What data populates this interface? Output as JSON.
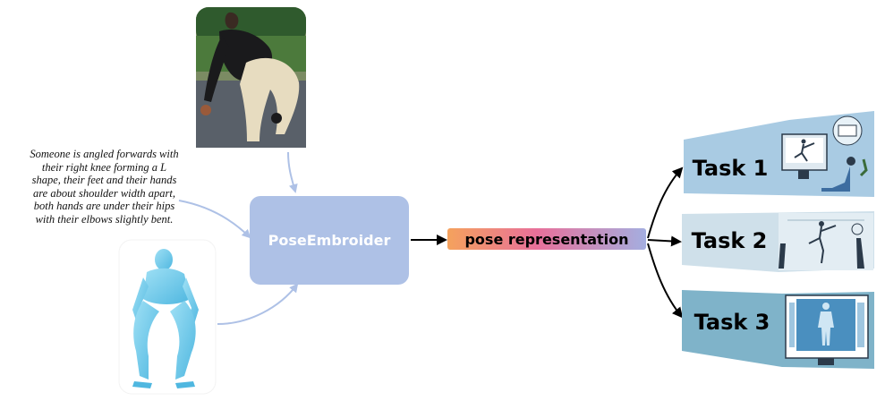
{
  "caption": {
    "lines": [
      "Someone is angled forwards with",
      "their right knee forming a L",
      "shape, their feet and their hands",
      "are about shoulder width apart,",
      "both hands are under their hips",
      "with their elbows slightly bent."
    ]
  },
  "hub": {
    "label": "PoseEmbroider",
    "color": "#aec1e6"
  },
  "representation": {
    "label": "pose representation",
    "gradient": [
      "#f5a25d",
      "#e8709a",
      "#a4aee0"
    ]
  },
  "tasks": [
    {
      "label": "Task 1",
      "color": "#a9cbe3",
      "icon": "kick-illustration-monitor"
    },
    {
      "label": "Task 2",
      "color": "#cfe0ea",
      "icon": "kick-illustration-studio"
    },
    {
      "label": "Task 3",
      "color": "#7fb3c9",
      "icon": "body-scan-illustration"
    }
  ],
  "inputs": {
    "photo_icon": "person-photo",
    "mesh_icon": "3d-body-mesh"
  },
  "colors": {
    "arrow_light": "#aec1e6",
    "arrow_dark": "#000000"
  }
}
